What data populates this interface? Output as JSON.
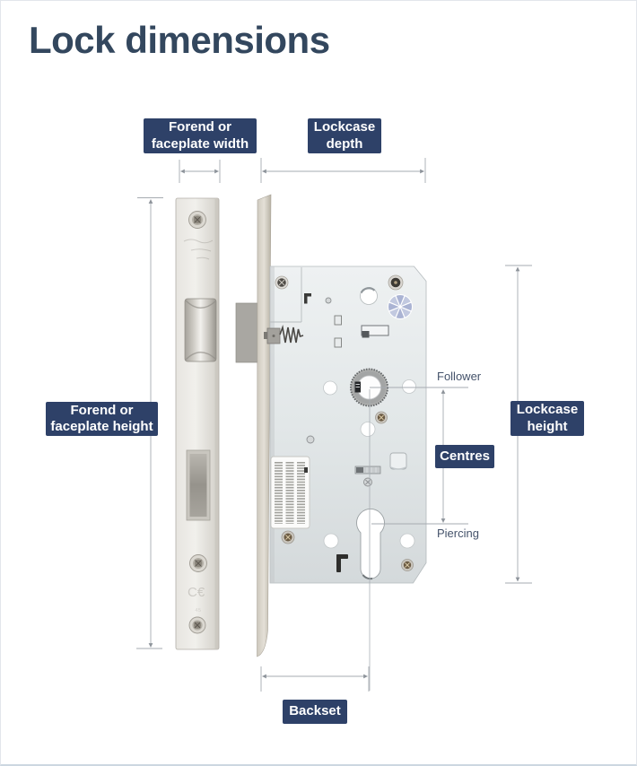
{
  "page": {
    "title": "Lock dimensions"
  },
  "theme": {
    "accent_navy": "#2e4168",
    "title_color": "#33475e",
    "dimension_line_gray": "#a6abb1",
    "canvas_border": "#e2e6eb",
    "brand_pinwheel_blue": "#aab3d3"
  },
  "callouts": {
    "forend_width": {
      "line1": "Forend or",
      "line2": "faceplate width"
    },
    "lockcase_depth": {
      "line1": "Lockcase",
      "line2": "depth"
    },
    "forend_height": {
      "line1": "Forend or",
      "line2": "faceplate height"
    },
    "lockcase_height": {
      "line1": "Lockcase",
      "line2": "height"
    },
    "centres": {
      "line1": "Centres"
    },
    "backset": {
      "line1": "Backset"
    },
    "follower": {
      "line1": "Follower"
    },
    "piercing": {
      "line1": "Piercing"
    }
  }
}
